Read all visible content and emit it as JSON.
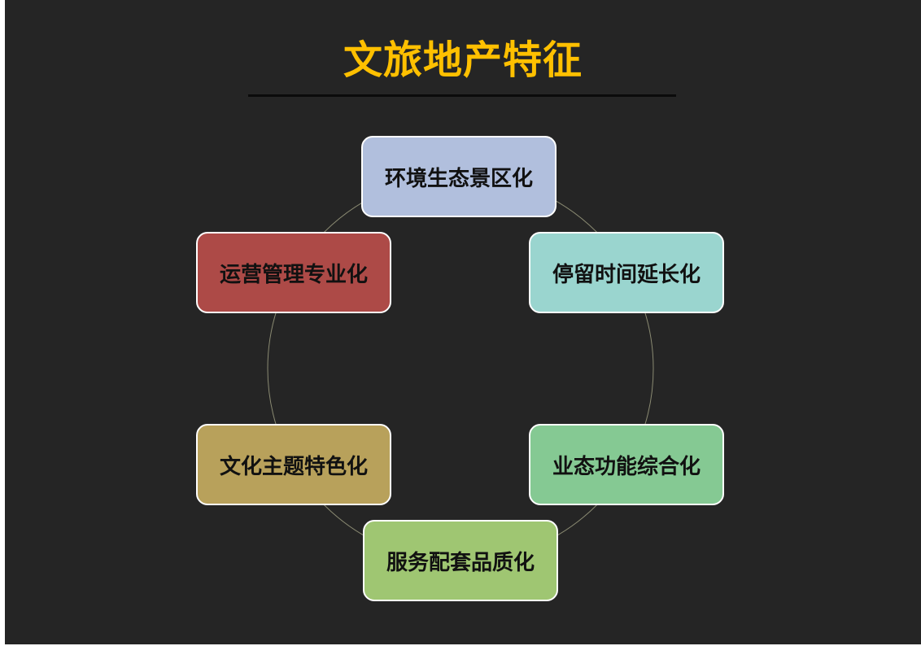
{
  "title": "文旅地产特征",
  "nodes": {
    "top": "环境生态景区化",
    "top_right": "停留时间延长化",
    "bottom_right": "业态功能综合化",
    "bottom": "服务配套品质化",
    "bottom_left": "文化主题特色化",
    "top_left": "运营管理专业化"
  },
  "colors": {
    "background": "#252525",
    "title": "#ffc000",
    "node_top": "#b1bfdd",
    "node_top_right": "#9ad5cf",
    "node_bottom_right": "#85c993",
    "node_bottom": "#9fc672",
    "node_bottom_left": "#b8a15b",
    "node_top_left": "#ad4a47"
  }
}
